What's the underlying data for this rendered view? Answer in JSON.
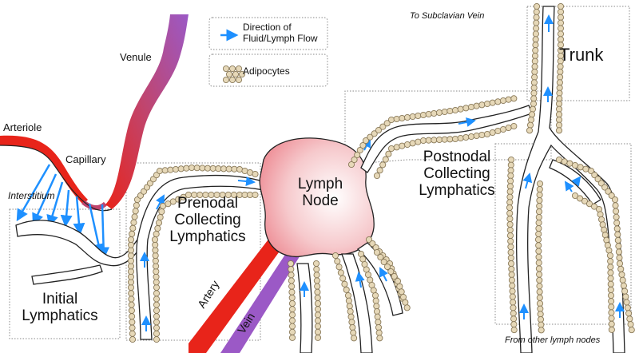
{
  "legend": {
    "flow_label": "Direction of Fluid/Lymph Flow",
    "adipocyte_label": "Adipocytes"
  },
  "labels": {
    "venule": "Venule",
    "arteriole": "Arteriole",
    "capillary": "Capillary",
    "interstitium": "Interstitium",
    "initial_lymphatics": "Initial Lymphatics",
    "prenodal": "Prenodal Collecting Lymphatics",
    "lymph_node": "Lymph Node",
    "postnodal": "Postnodal Collecting Lymphatics",
    "trunk": "Trunk",
    "to_subclavian": "To Subclavian Vein",
    "from_other_nodes": "From other lymph nodes",
    "artery": "Artery",
    "vein": "Vein"
  },
  "colors": {
    "flow_arrow": "#1e90ff",
    "adipocyte_fill": "#e6d8b8",
    "adipocyte_stroke": "#8a7a5a",
    "artery": "#e8241a",
    "vein": "#9b59c6",
    "lymph_node": "#f2a2a8",
    "vessel_outline": "#222222"
  }
}
